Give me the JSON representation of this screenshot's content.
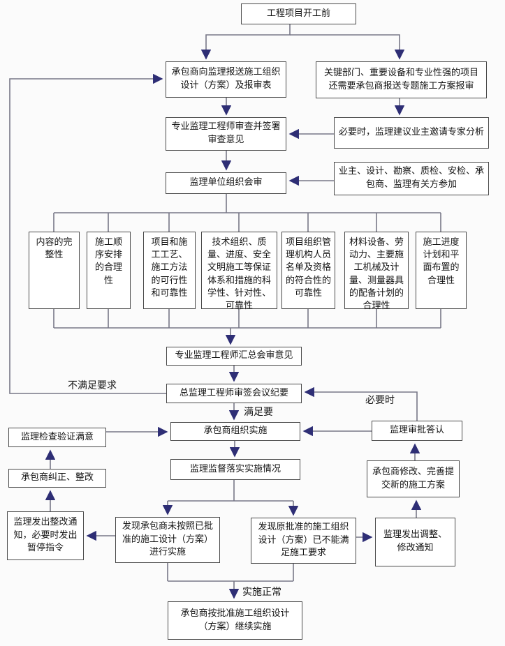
{
  "colors": {
    "line": "#777787",
    "arrow": "#2e2e75",
    "border": "#4a4a4a",
    "box-bg": "#ffffff",
    "bg": "#fbfbfb",
    "text": "#141414"
  },
  "nodes": {
    "start": {
      "text": "工程项目开工前"
    },
    "submit": {
      "text": "承包商向监理报送施工组织设计（方案）及报审表"
    },
    "special": {
      "text": "关键部门、重要设备和专业性强的项目还需要承包商报送专题施工方案报审"
    },
    "review": {
      "text": "专业监理工程师审查并签署审查意见"
    },
    "expert": {
      "text": "必要时，监理建议业主邀请专家分析"
    },
    "joint": {
      "text": "监理单位组织会审"
    },
    "parties": {
      "text": "业主、设计、勘察、质检、安检、承包商、监理有关方参加"
    },
    "c1": {
      "text": "内容的完整性"
    },
    "c2": {
      "text": "施工顺序安排的合理性"
    },
    "c3": {
      "text": "项目和施工工艺、施工方法的可行性和可靠性"
    },
    "c4": {
      "text": "技术组织、质量、进度、安全文明施工等保证体系和措施的科学性、针对性、可靠性"
    },
    "c5": {
      "text": "项目组织管理机构人员名单及资格的符合性的可靠性"
    },
    "c6": {
      "text": "材料设备、劳动力、主要施工机械及计量、测量器具的配备计划的合理性"
    },
    "c7": {
      "text": "施工进度计划和平面布置的合理性"
    },
    "summary": {
      "text": "专业监理工程师汇总会审意见"
    },
    "chief": {
      "text": "总监理工程师审签会议纪要"
    },
    "implement": {
      "text": "承包商组织实施"
    },
    "supervise": {
      "text": "监理监督落实实施情况"
    },
    "check": {
      "text": "监理检查验证满意"
    },
    "correct": {
      "text": "承包商纠正、整改"
    },
    "rectify": {
      "text": "监理发出整改通知，必要时发出暂停指令"
    },
    "found1": {
      "text": "发现承包商未按照已批准的施工设计（方案）进行实施"
    },
    "found2": {
      "text": "发现原批准的施工组织设计（方案）已不能满足施工要求"
    },
    "adjust": {
      "text": "监理发出调整、修改通知"
    },
    "resubmit": {
      "text": "承包商修改、完善提交新的施工方案"
    },
    "approve": {
      "text": "监理审批答认"
    },
    "continue": {
      "text": "承包商按批准施工组织设计（方案）继续实施"
    }
  },
  "labels": {
    "not_satisfied": "不满足要求",
    "satisfied": "满足要",
    "when_necessary": "必要时",
    "normal": "实施正常"
  }
}
